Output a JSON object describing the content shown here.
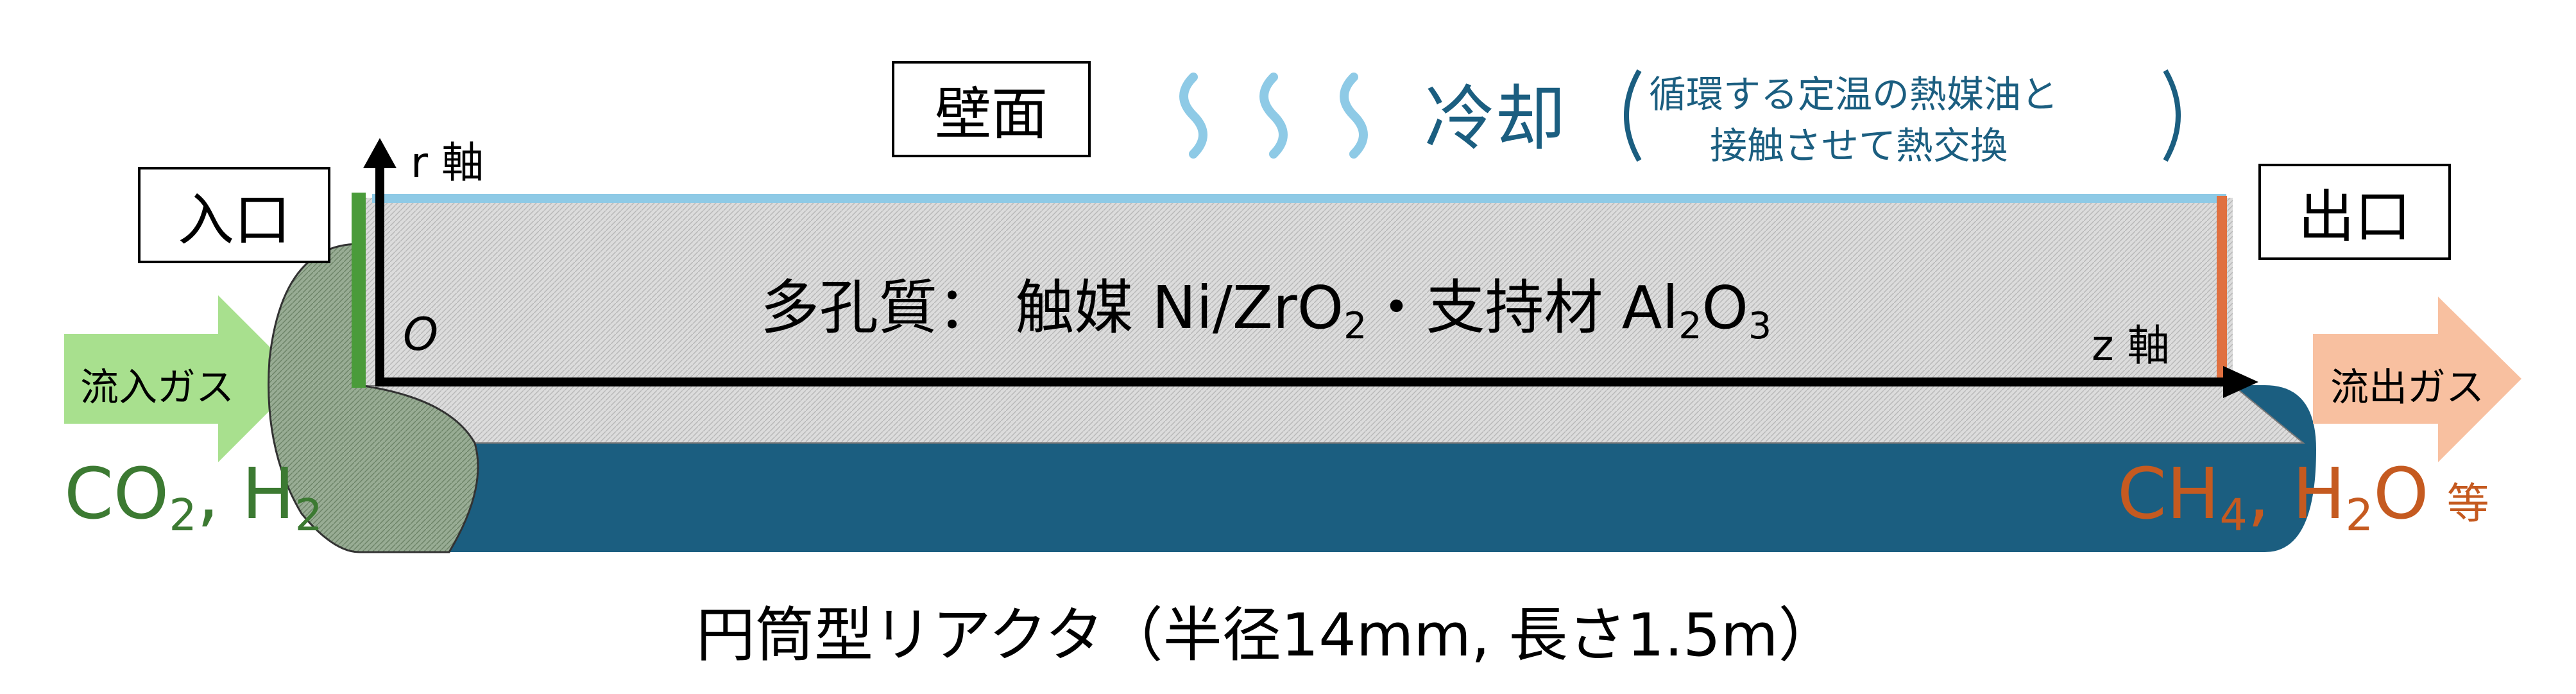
{
  "labels": {
    "wall": "壁面",
    "inlet": "入口",
    "outlet": "出口",
    "cooling": "冷却",
    "cooling_note_line1": "循環する定温の熱媒油と",
    "cooling_note_line2": "接触させて熱交換",
    "r_axis": "r 軸",
    "z_axis": "z 軸",
    "origin": "O",
    "inflow_gas": "流入ガス",
    "outflow_gas": "流出ガス",
    "porous_prefix": "多孔質：  触媒 Ni/ZrO",
    "porous_sub1": "2",
    "porous_mid": "・支持材 Al",
    "porous_sub2": "2",
    "porous_o": "O",
    "porous_sub3": "3",
    "inlet_species_co": "CO",
    "inlet_species_sub1": "2",
    "inlet_species_h": ", H",
    "inlet_species_sub2": "2",
    "outlet_species_ch": "CH",
    "outlet_species_sub1": "4",
    "outlet_species_h": ", H",
    "outlet_species_sub2": "2",
    "outlet_species_o": "O",
    "outlet_species_etc": "等",
    "caption": "円筒型リアクタ（半径14mm, 長さ1.5m）"
  },
  "colors": {
    "reactor_body": "#1b5e80",
    "porous_fill": "#d9d9d9",
    "wall_line": "#8ecae6",
    "cooling_text": "#1b5e80",
    "inlet_green": "#3c7a32",
    "inlet_bar": "#4a9b3a",
    "inflow_arrow": "#a8e08e",
    "outlet_orange": "#c55a20",
    "outlet_bar": "#e07040",
    "outflow_arrow": "#f8c0a0",
    "heat_wave": "#8ecae6"
  },
  "icons": [
    "heat-wave-icon",
    "arrow-right-icon"
  ]
}
